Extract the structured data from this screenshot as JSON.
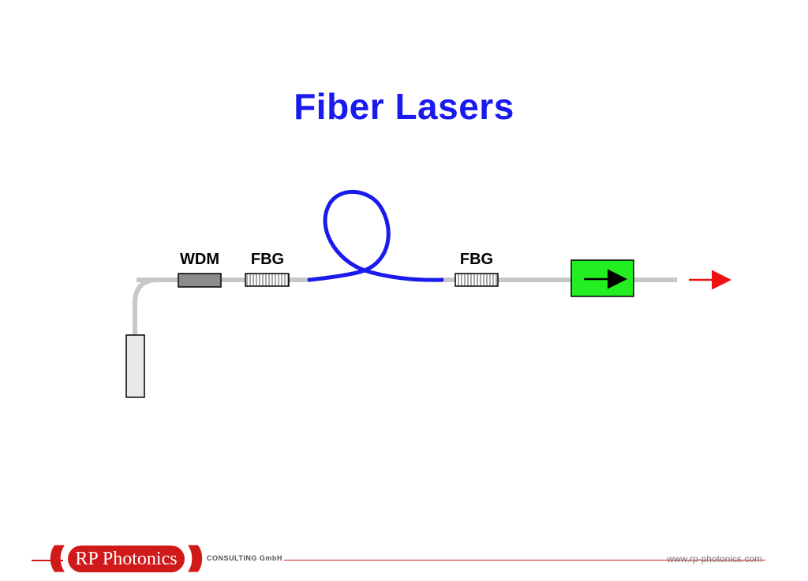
{
  "title": "Fiber Lasers",
  "diagram": {
    "labels": {
      "wdm": "WDM",
      "fbg_left": "FBG",
      "fbg_right": "FBG"
    },
    "colors": {
      "passive_fiber": "#c8c8c8",
      "active_fiber": "#1a1aee",
      "wdm_body": "#8c8c8c",
      "isolator": "#22ee22",
      "output_arrow": "#ee1111",
      "pump_diode": "#e8e8e8"
    }
  },
  "footer": {
    "logo_text": "RP Photonics",
    "tagline": "CONSULTING GmbH",
    "website": "www.rp-photonics.com"
  }
}
